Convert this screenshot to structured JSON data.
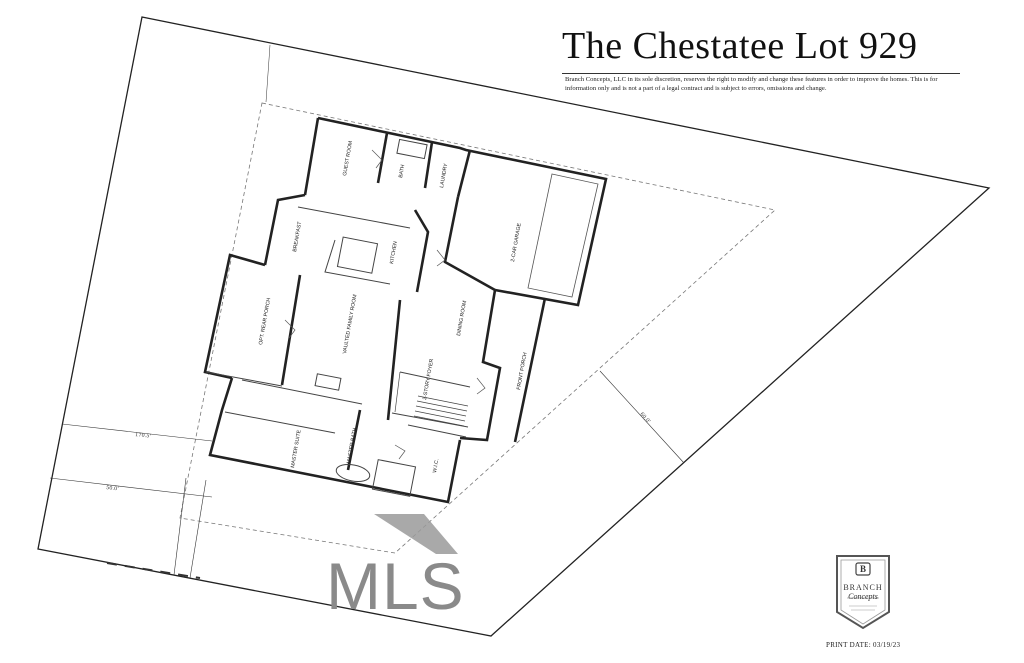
{
  "title": "The Chestatee Lot 929",
  "disclaimer": "Branch Concepts, LLC in its sole discretion, reserves the right to modify and change these features in order to improve the homes. This is for information only and is not a part of a legal contract and is subject to errors, omissions and change.",
  "print_date": "PRINT DATE: 03/19/23",
  "watermark": "MLS",
  "logo": {
    "letter": "B",
    "brand": "BRANCH",
    "script": "Concepts"
  },
  "rooms": {
    "guest_room": "GUEST ROOM",
    "bath": "BATH",
    "laundry": "LAUNDRY",
    "garage": "2-CAR GARAGE",
    "breakfast": "BREAKFAST",
    "kitchen": "KITCHEN",
    "rear_porch": "OPT. REAR PORCH",
    "family_room": "VAULTED FAMILY ROOM",
    "dining_room": "DINING ROOM",
    "front_porch": "FRONT PORCH",
    "foyer": "2-STORY FOYER",
    "master_suite": "MASTER SUITE",
    "master_bath": "MASTER BATH",
    "wic": "W.I.C."
  },
  "colors": {
    "line": "#222222",
    "dash": "#777777",
    "watermark": "#8a8a8a"
  }
}
